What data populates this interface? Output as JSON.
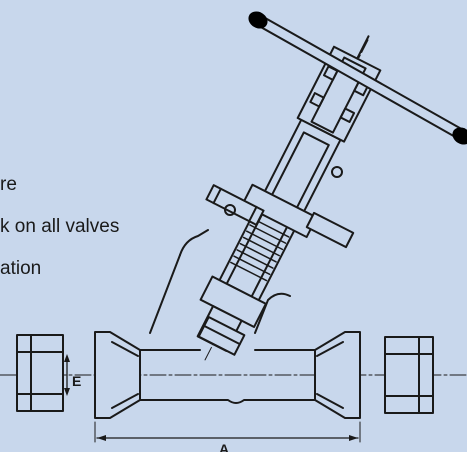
{
  "text_lines": [
    "re",
    "k on all valves",
    "ation"
  ],
  "dimension_labels": {
    "a": "A",
    "e": "E"
  },
  "colors": {
    "background": "#c8d7ec",
    "line": "#1a1a1a",
    "handle_grip": "#000000"
  }
}
